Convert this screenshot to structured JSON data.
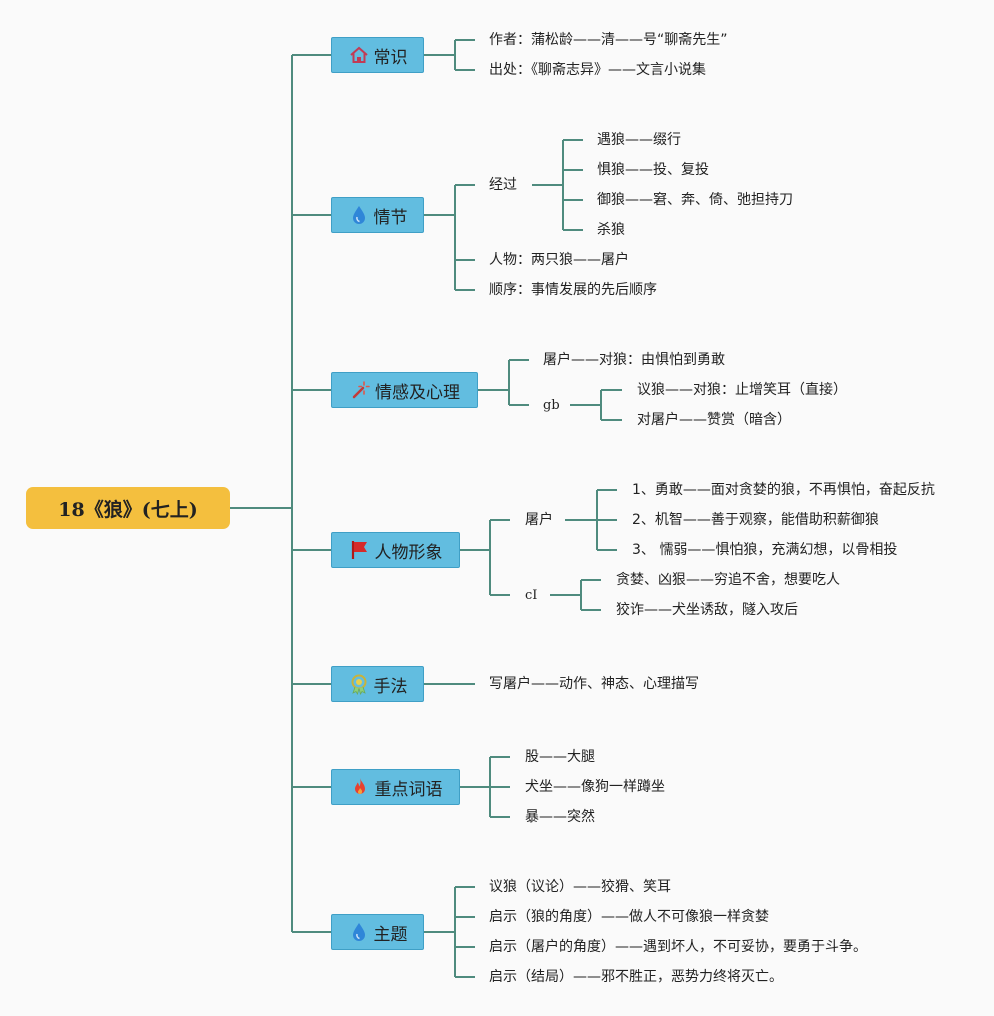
{
  "root": {
    "title": "18《狼》(七上)"
  },
  "branches": {
    "common": {
      "label": "常识",
      "icon": "home-icon",
      "items": [
        "作者：蒲松龄——清——号“聊斋先生”",
        "出处：《聊斋志异》——文言小说集"
      ]
    },
    "plot": {
      "label": "情节",
      "icon": "water-drop-icon",
      "process": {
        "label": "经过",
        "items": [
          "遇狼——缀行",
          "惧狼——投、复投",
          "御狼——窘、奔、倚、弛担持刀",
          "杀狼"
        ]
      },
      "items": [
        "人物：两只狼——屠户",
        "顺序：事情发展的先后顺序"
      ]
    },
    "emotion": {
      "label": "情感及心理",
      "icon": "magic-wand-icon",
      "items": [
        "屠户——对狼：由惧怕到勇敢"
      ],
      "gb": {
        "label": "gb",
        "items": [
          "议狼——对狼：止增笑耳（直接）",
          "对屠户——赞赏（暗含）"
        ]
      }
    },
    "character": {
      "label": "人物形象",
      "icon": "flag-icon",
      "butcher": {
        "label": "屠户",
        "items": [
          "1、勇敢——面对贪婪的狼，不再惧怕，奋起反抗",
          "2、机智——善于观察，能借助积薪御狼",
          "3、 懦弱——惧怕狼，充满幻想，以骨相投"
        ]
      },
      "ci": {
        "label": "cI",
        "items": [
          "贪婪、凶狠——穷追不舍，想要吃人",
          "狡诈——犬坐诱敌，隧入攻后"
        ]
      }
    },
    "technique": {
      "label": "手法",
      "icon": "award-icon",
      "items": [
        "写屠户——动作、神态、心理描写"
      ]
    },
    "words": {
      "label": "重点词语",
      "icon": "fire-icon",
      "items": [
        "股——大腿",
        "犬坐——像狗一样蹲坐",
        "暴——突然"
      ]
    },
    "theme": {
      "label": "主题",
      "icon": "water-drop-icon",
      "items": [
        "议狼（议论）——狡猾、笑耳",
        "启示（狼的角度）——做人不可像狼一样贪婪",
        "启示（屠户的角度）——遇到坏人，不可妥协，要勇于斗争。",
        "启示（结局）——邪不胜正，恶势力终将灭亡。"
      ]
    }
  },
  "colors": {
    "line": "#4f8b7e",
    "root": "#f4bf3e",
    "main": "#62bde0",
    "mainBorder": "#3f9fc6"
  }
}
